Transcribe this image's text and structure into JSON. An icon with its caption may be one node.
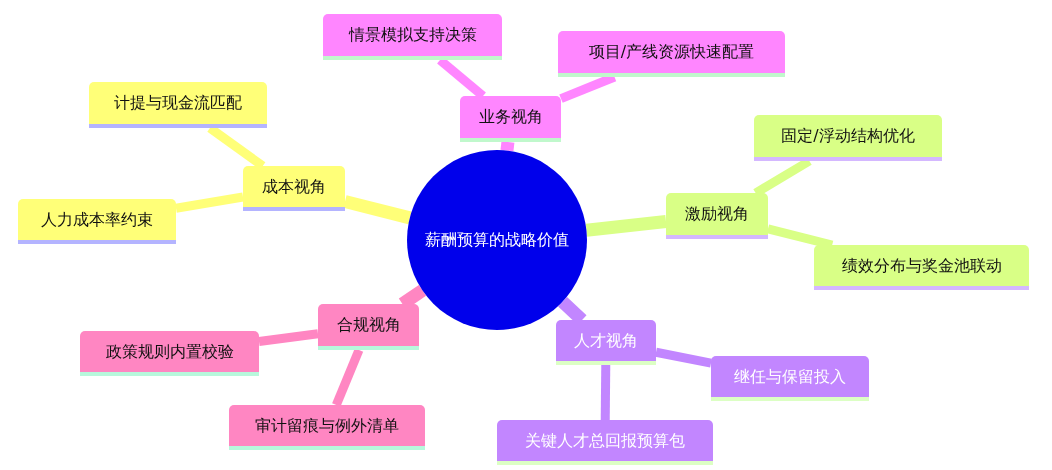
{
  "diagram": {
    "nodes": [
      {
        "text": [
          "薪酬预算的战略价值"
        ]
      },
      {
        "text": [
          "成本视角"
        ]
      },
      {
        "text": [
          "计提与现金流匹配"
        ]
      },
      {
        "text": [
          "人力成本率约束"
        ]
      },
      {
        "text": [
          "激励视角"
        ]
      },
      {
        "text": [
          "固定/浮动结构优化"
        ]
      },
      {
        "text": [
          "绩效分布与奖金池联动"
        ]
      },
      {
        "text": [
          "人才视角"
        ]
      },
      {
        "text": [
          "继任与保留投入"
        ]
      },
      {
        "text": [
          "关键人才总回报预算包"
        ]
      },
      {
        "text": [
          "业务视角"
        ]
      },
      {
        "text": [
          "情景模拟支持决策"
        ]
      },
      {
        "text": [
          "项目/产线资源快速配置"
        ]
      },
      {
        "text": [
          "合规视角"
        ]
      },
      {
        "text": [
          "政策规则内置校验"
        ]
      },
      {
        "text": [
          "审计留痕与例外清单"
        ]
      }
    ],
    "edges": [
      {
        "from": 0,
        "to": 1,
        "arrow": "none",
        "color": "#ffff78"
      },
      {
        "from": 1,
        "to": 2,
        "arrow": "none",
        "color": "#ffff78"
      },
      {
        "from": 1,
        "to": 3,
        "arrow": "none",
        "color": "#ffff78"
      },
      {
        "from": 0,
        "to": 4,
        "arrow": "none",
        "color": "#d9ff86"
      },
      {
        "from": 4,
        "to": 5,
        "arrow": "none",
        "color": "#d9ff86"
      },
      {
        "from": 4,
        "to": 6,
        "arrow": "none",
        "color": "#d9ff86"
      },
      {
        "from": 0,
        "to": 7,
        "arrow": "none",
        "color": "#c286ff"
      },
      {
        "from": 7,
        "to": 8,
        "arrow": "none",
        "color": "#c286ff"
      },
      {
        "from": 7,
        "to": 9,
        "arrow": "none",
        "color": "#c286ff"
      },
      {
        "from": 0,
        "to": 10,
        "arrow": "none",
        "color": "#ff86ff"
      },
      {
        "from": 10,
        "to": 11,
        "arrow": "none",
        "color": "#ff86ff"
      },
      {
        "from": 10,
        "to": 12,
        "arrow": "none",
        "color": "#ff86ff"
      },
      {
        "from": 0,
        "to": 13,
        "arrow": "none",
        "color": "#ff86c2"
      },
      {
        "from": 13,
        "to": 14,
        "arrow": "none",
        "color": "#ff86c2"
      },
      {
        "from": 13,
        "to": 15,
        "arrow": "none",
        "color": "#ff86c2"
      }
    ]
  }
}
